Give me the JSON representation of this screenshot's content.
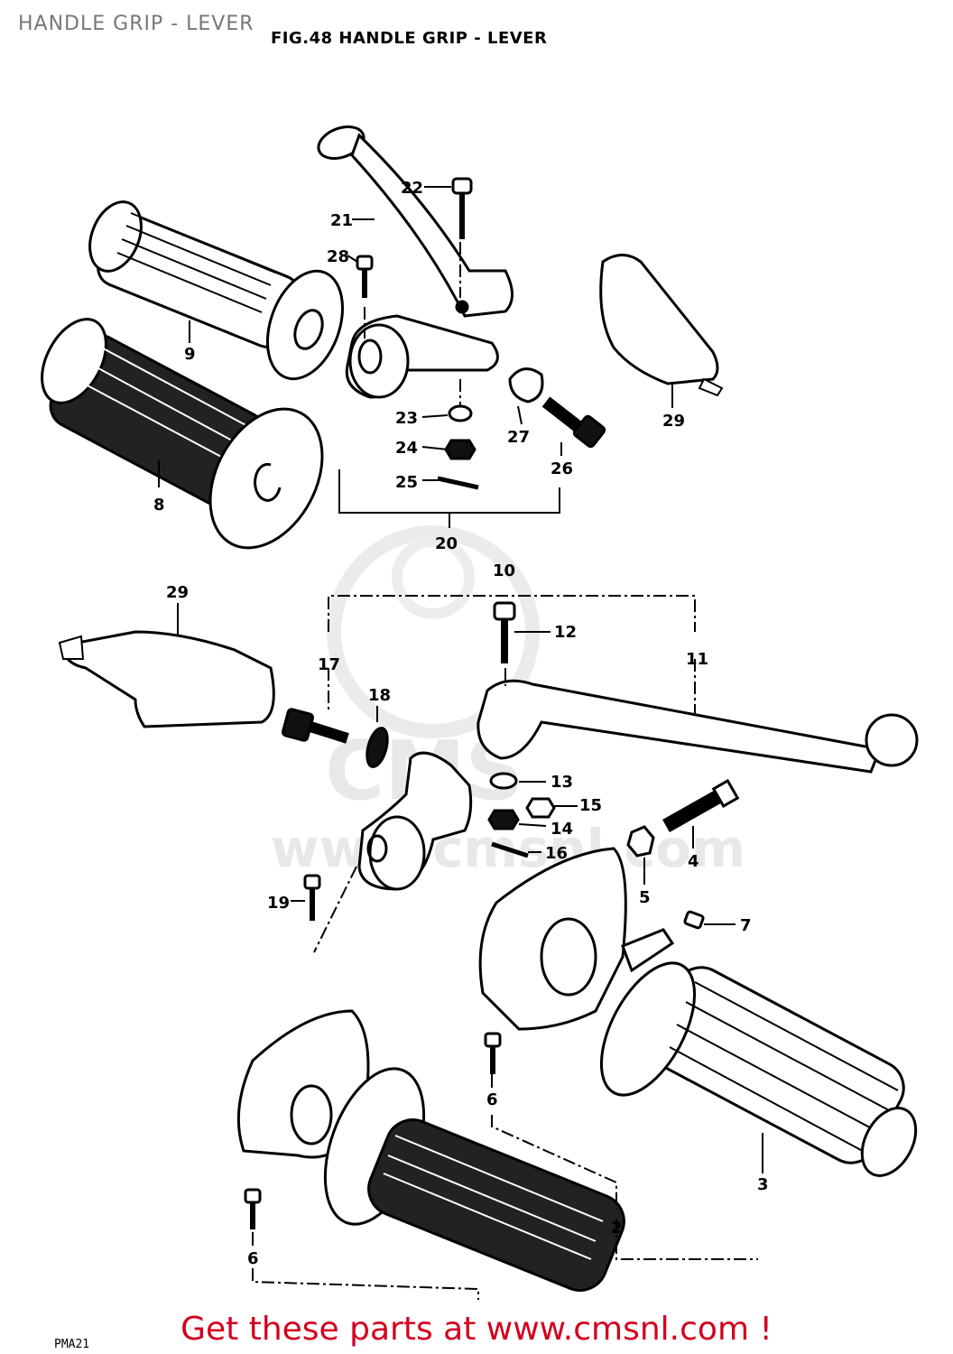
{
  "page_title": "HANDLE GRIP - LEVER",
  "figure_title": "FIG.48 HANDLE GRIP - LEVER",
  "watermark_text": "www.cmsnl.com",
  "cta_text": "Get these parts at www.cmsnl.com !",
  "corner_code": "PMA21",
  "colors": {
    "cta": "#d2001e",
    "page_title": "#777777",
    "line": "#000000"
  },
  "callouts": [
    {
      "id": "c22",
      "label": "22"
    },
    {
      "id": "c21",
      "label": "21"
    },
    {
      "id": "c28",
      "label": "28"
    },
    {
      "id": "c9",
      "label": "9"
    },
    {
      "id": "c23",
      "label": "23"
    },
    {
      "id": "c24",
      "label": "24"
    },
    {
      "id": "c25",
      "label": "25"
    },
    {
      "id": "c27",
      "label": "27"
    },
    {
      "id": "c26",
      "label": "26"
    },
    {
      "id": "c29a",
      "label": "29"
    },
    {
      "id": "c8",
      "label": "8"
    },
    {
      "id": "c20",
      "label": "20"
    },
    {
      "id": "c10",
      "label": "10"
    },
    {
      "id": "c29b",
      "label": "29"
    },
    {
      "id": "c12",
      "label": "12"
    },
    {
      "id": "c17",
      "label": "17"
    },
    {
      "id": "c11",
      "label": "11"
    },
    {
      "id": "c18",
      "label": "18"
    },
    {
      "id": "c13",
      "label": "13"
    },
    {
      "id": "c15",
      "label": "15"
    },
    {
      "id": "c14",
      "label": "14"
    },
    {
      "id": "c16",
      "label": "16"
    },
    {
      "id": "c4",
      "label": "4"
    },
    {
      "id": "c5",
      "label": "5"
    },
    {
      "id": "c19",
      "label": "19"
    },
    {
      "id": "c7",
      "label": "7"
    },
    {
      "id": "c6a",
      "label": "6"
    },
    {
      "id": "c3",
      "label": "3"
    },
    {
      "id": "c2",
      "label": "2"
    },
    {
      "id": "c6b",
      "label": "6"
    }
  ]
}
